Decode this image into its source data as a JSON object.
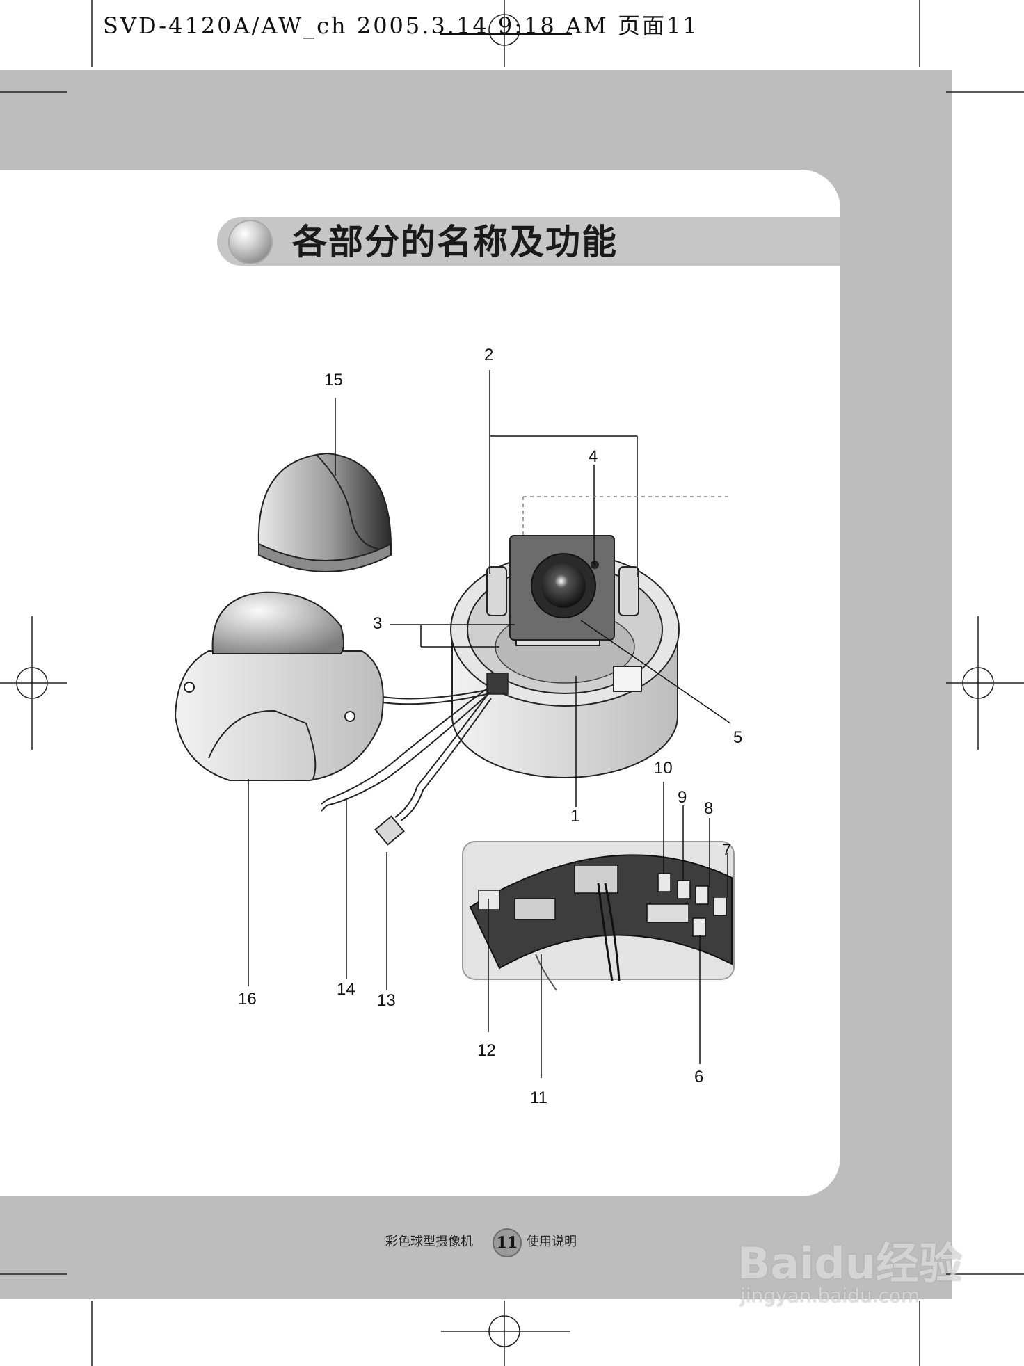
{
  "print_header": {
    "text": "SVD-4120A/AW_ch  2005.3.14 9:18 AM 页面11"
  },
  "section": {
    "title": "各部分的名称及功能"
  },
  "figure": {
    "callouts": [
      "1",
      "2",
      "3",
      "4",
      "5",
      "6",
      "7",
      "8",
      "9",
      "10",
      "11",
      "12",
      "13",
      "14",
      "15",
      "16"
    ]
  },
  "footer": {
    "product": "彩色球型摄像机",
    "page_number": "11",
    "doc": "使用说明"
  },
  "watermark": {
    "logo": "Baidu经验",
    "url": "jingyan.baidu.com"
  }
}
